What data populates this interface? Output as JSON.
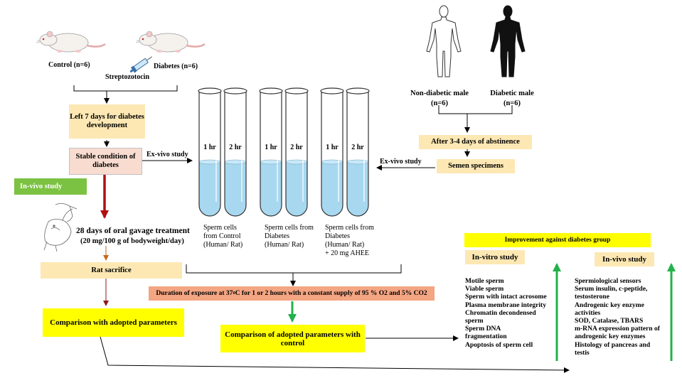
{
  "left": {
    "control_label": "Control (n=6)",
    "diabetes_label": "Diabetes (n=6)",
    "stz_label": "Streptozotocin",
    "step1": "Left 7 days for diabetes development",
    "step2": "Stable condition of diabetes",
    "exvivo_left": "Ex-vivo study",
    "invivo_tag": "In-vivo study",
    "gavage_title": "28 days of oral gavage treatment",
    "gavage_dose": "(20 mg/100 g of bodyweight/day)",
    "sacrifice": "Rat sacrifice",
    "compare": "Comparison with adopted parameters"
  },
  "right": {
    "nondiabetic_label": "Non-diabetic male",
    "nondiabetic_n": "(n=6)",
    "diabetic_label": "Diabetic male",
    "diabetic_n": "(n=6)",
    "abstinence": "After 3-4 days of abstinence",
    "semen": "Semen specimens",
    "exvivo_right": "Ex-vivo study"
  },
  "tubes": {
    "hr1": "1 hr",
    "hr2": "2 hr",
    "groups": [
      {
        "caption": "Sperm cells\nfrom Control\n(Human/ Rat)"
      },
      {
        "caption": "Sperm cells from\nDiabetes\n(Human/ Rat)"
      },
      {
        "caption": "Sperm cells from\nDiabetes\n(Human/ Rat)\n+ 20 mg AHEE"
      }
    ]
  },
  "center": {
    "duration_pre": "Duration of exposure at 37",
    "duration_sup": "0",
    "duration_post": "C for 1 or 2 hours with a constant supply of 95 % O2 and 5% CO2",
    "compare_control": "Comparison of adopted parameters with control"
  },
  "results": {
    "improvement": "Improvement against diabetes group",
    "invitro_title": "In-vitro study",
    "invivo_title": "In-vivo study",
    "invitro_items": [
      "Motile sperm",
      "Viable sperm",
      "Sperm with intact acrosome",
      "Plasma membrane integrity",
      "Chromatin decondensed",
      "sperm",
      "Sperm DNA",
      "fragmentation",
      "Apoptosis of sperm cell"
    ],
    "invivo_items": [
      "Spermiological sensors",
      "Serum insulin, c-peptide,",
      "testosterone",
      "Androgenic key enzyme",
      "activities",
      "SOD, Catalase, TBARS",
      "m-RNA expression pattern of",
      "androgenic key enzymes",
      "Histology of pancreas and",
      "testis"
    ]
  },
  "colors": {
    "cream": "#fde8b4",
    "pink": "#f9dcd0",
    "salmon": "#f4a582",
    "yellow": "#ffff00",
    "green_tag": "#7cc242",
    "arrow_red": "#b01010",
    "arrow_green": "#22b14c",
    "tube_fluid": "#a8d8f0"
  }
}
